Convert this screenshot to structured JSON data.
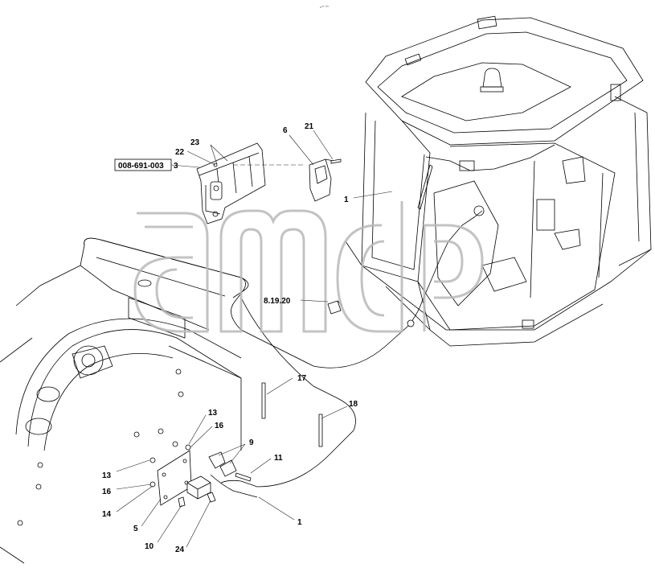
{
  "header": {
    "code": "c⁰⁰ ⁰⁰⁰"
  },
  "part_number_box": {
    "text": "008-691-003"
  },
  "callouts": [
    {
      "id": "c1a",
      "label": "1"
    },
    {
      "id": "c1b",
      "label": "1"
    },
    {
      "id": "c3",
      "label": "3"
    },
    {
      "id": "c5",
      "label": "5"
    },
    {
      "id": "c6",
      "label": "6"
    },
    {
      "id": "c8",
      "label": "8.19.20"
    },
    {
      "id": "c9",
      "label": "9"
    },
    {
      "id": "c10",
      "label": "10"
    },
    {
      "id": "c11",
      "label": "11"
    },
    {
      "id": "c13a",
      "label": "13"
    },
    {
      "id": "c13b",
      "label": "13"
    },
    {
      "id": "c14",
      "label": "14"
    },
    {
      "id": "c16a",
      "label": "16"
    },
    {
      "id": "c16b",
      "label": "16"
    },
    {
      "id": "c17",
      "label": "17"
    },
    {
      "id": "c18",
      "label": "18"
    },
    {
      "id": "c21",
      "label": "21"
    },
    {
      "id": "c22",
      "label": "22"
    },
    {
      "id": "c23",
      "label": "23"
    },
    {
      "id": "c24",
      "label": "24"
    }
  ],
  "watermark": {
    "text": "amdp",
    "color": "#b9b9b9"
  }
}
